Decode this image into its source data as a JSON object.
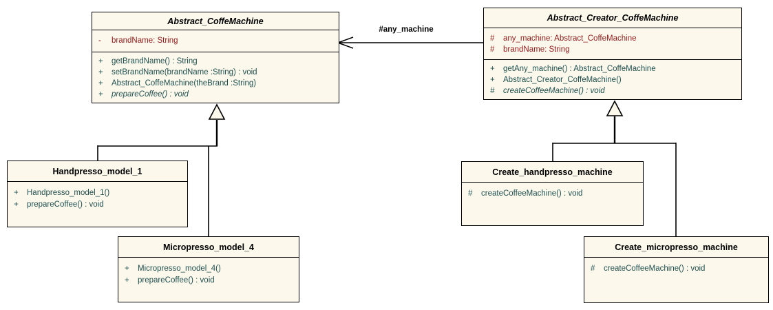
{
  "diagram": {
    "type": "uml-class-diagram",
    "background_color": "#FFFFFF",
    "box_fill_color": "#FDF8EC",
    "border_color": "#000000",
    "attribute_text_color": "#8E1A1A",
    "method_text_color": "#1E4F4F",
    "association": {
      "label": "#any_machine"
    },
    "classes": [
      {
        "name": "Abstract_CoffeMachine",
        "abstract": true,
        "attributes": [
          {
            "vis": "-",
            "text": "brandName: String"
          }
        ],
        "methods": [
          {
            "vis": "+",
            "text": "getBrandName() : String"
          },
          {
            "vis": "+",
            "text": "setBrandName(brandName :String) : void"
          },
          {
            "vis": "+",
            "text": "Abstract_CoffeMachine(theBrand :String)"
          },
          {
            "vis": "+",
            "text": "prepareCoffee() : void",
            "abstract": true
          }
        ]
      },
      {
        "name": "Abstract_Creator_CoffeMachine",
        "abstract": true,
        "attributes": [
          {
            "vis": "#",
            "text": "any_machine: Abstract_CoffeMachine"
          },
          {
            "vis": "#",
            "text": "brandName: String"
          }
        ],
        "methods": [
          {
            "vis": "+",
            "text": "getAny_machine() : Abstract_CoffeMachine"
          },
          {
            "vis": "+",
            "text": "Abstract_Creator_CoffeMachine()"
          },
          {
            "vis": "#",
            "text": "createCoffeeMachine() : void",
            "abstract": true
          }
        ]
      },
      {
        "name": "Handpresso_model_1",
        "abstract": false,
        "attributes": [],
        "methods": [
          {
            "vis": "+",
            "text": "Handpresso_model_1()"
          },
          {
            "vis": "+",
            "text": "prepareCoffee() : void"
          }
        ]
      },
      {
        "name": "Micropresso_model_4",
        "abstract": false,
        "attributes": [],
        "methods": [
          {
            "vis": "+",
            "text": "Micropresso_model_4()"
          },
          {
            "vis": "+",
            "text": "prepareCoffee() : void"
          }
        ]
      },
      {
        "name": "Create_handpresso_machine",
        "abstract": false,
        "attributes": [],
        "methods": [
          {
            "vis": "#",
            "text": "createCoffeeMachine() : void"
          }
        ]
      },
      {
        "name": "Create_micropresso_machine",
        "abstract": false,
        "attributes": [],
        "methods": [
          {
            "vis": "#",
            "text": "createCoffeeMachine() : void"
          }
        ]
      }
    ],
    "relationships": [
      {
        "type": "directed-association",
        "from": "Abstract_Creator_CoffeMachine",
        "to": "Abstract_CoffeMachine",
        "label": "#any_machine"
      },
      {
        "type": "generalization",
        "from": "Handpresso_model_1",
        "to": "Abstract_CoffeMachine"
      },
      {
        "type": "generalization",
        "from": "Micropresso_model_4",
        "to": "Abstract_CoffeMachine"
      },
      {
        "type": "generalization",
        "from": "Create_handpresso_machine",
        "to": "Abstract_Creator_CoffeMachine"
      },
      {
        "type": "generalization",
        "from": "Create_micropresso_machine",
        "to": "Abstract_Creator_CoffeMachine"
      }
    ]
  }
}
